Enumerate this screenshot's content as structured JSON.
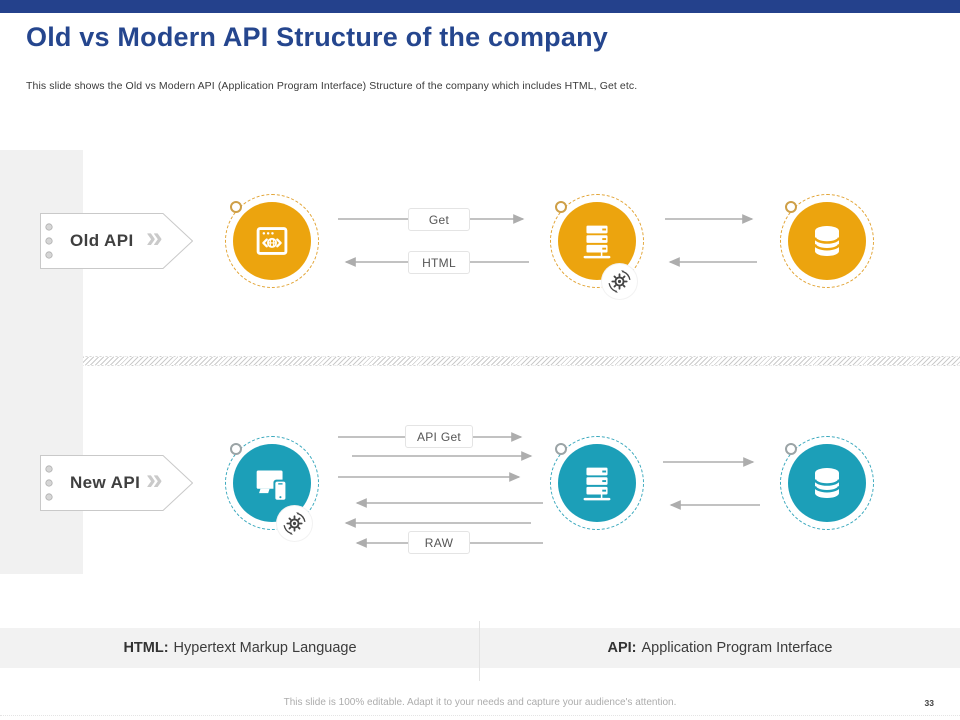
{
  "header": {
    "title": "Old vs Modern API Structure of the company",
    "subtitle": "This slide shows the Old vs Modern API (Application Program Interface) Structure of the company which includes HTML, Get etc."
  },
  "rows": {
    "old": {
      "label": "Old API",
      "request_label": "Get",
      "response_label": "HTML",
      "accent": "#ECA40E",
      "nodes": [
        "browser-window-icon",
        "server-icon",
        "database-icon"
      ],
      "badge_icon": "sync-gear-icon"
    },
    "new": {
      "label": "New API",
      "request_label": "API Get",
      "response_label": "RAW",
      "accent": "#1C9FB8",
      "nodes": [
        "devices-icon",
        "server-icon",
        "database-icon"
      ],
      "badge_icon": "sync-gear-icon"
    }
  },
  "definitions": [
    {
      "term": "HTML:",
      "meaning": "Hypertext Markup Language"
    },
    {
      "term": "API:",
      "meaning": "Application Program Interface"
    }
  ],
  "footer": {
    "note": "This slide is 100% editable. Adapt it to your needs and capture your audience's attention.",
    "page_number": "33"
  },
  "colors": {
    "top_bar": "#24418C",
    "title": "#25468E",
    "old_accent": "#ECA40E",
    "new_accent": "#1C9FB8",
    "arrow_gray": "#ADADAD",
    "band_gray": "#F1F1F1"
  }
}
